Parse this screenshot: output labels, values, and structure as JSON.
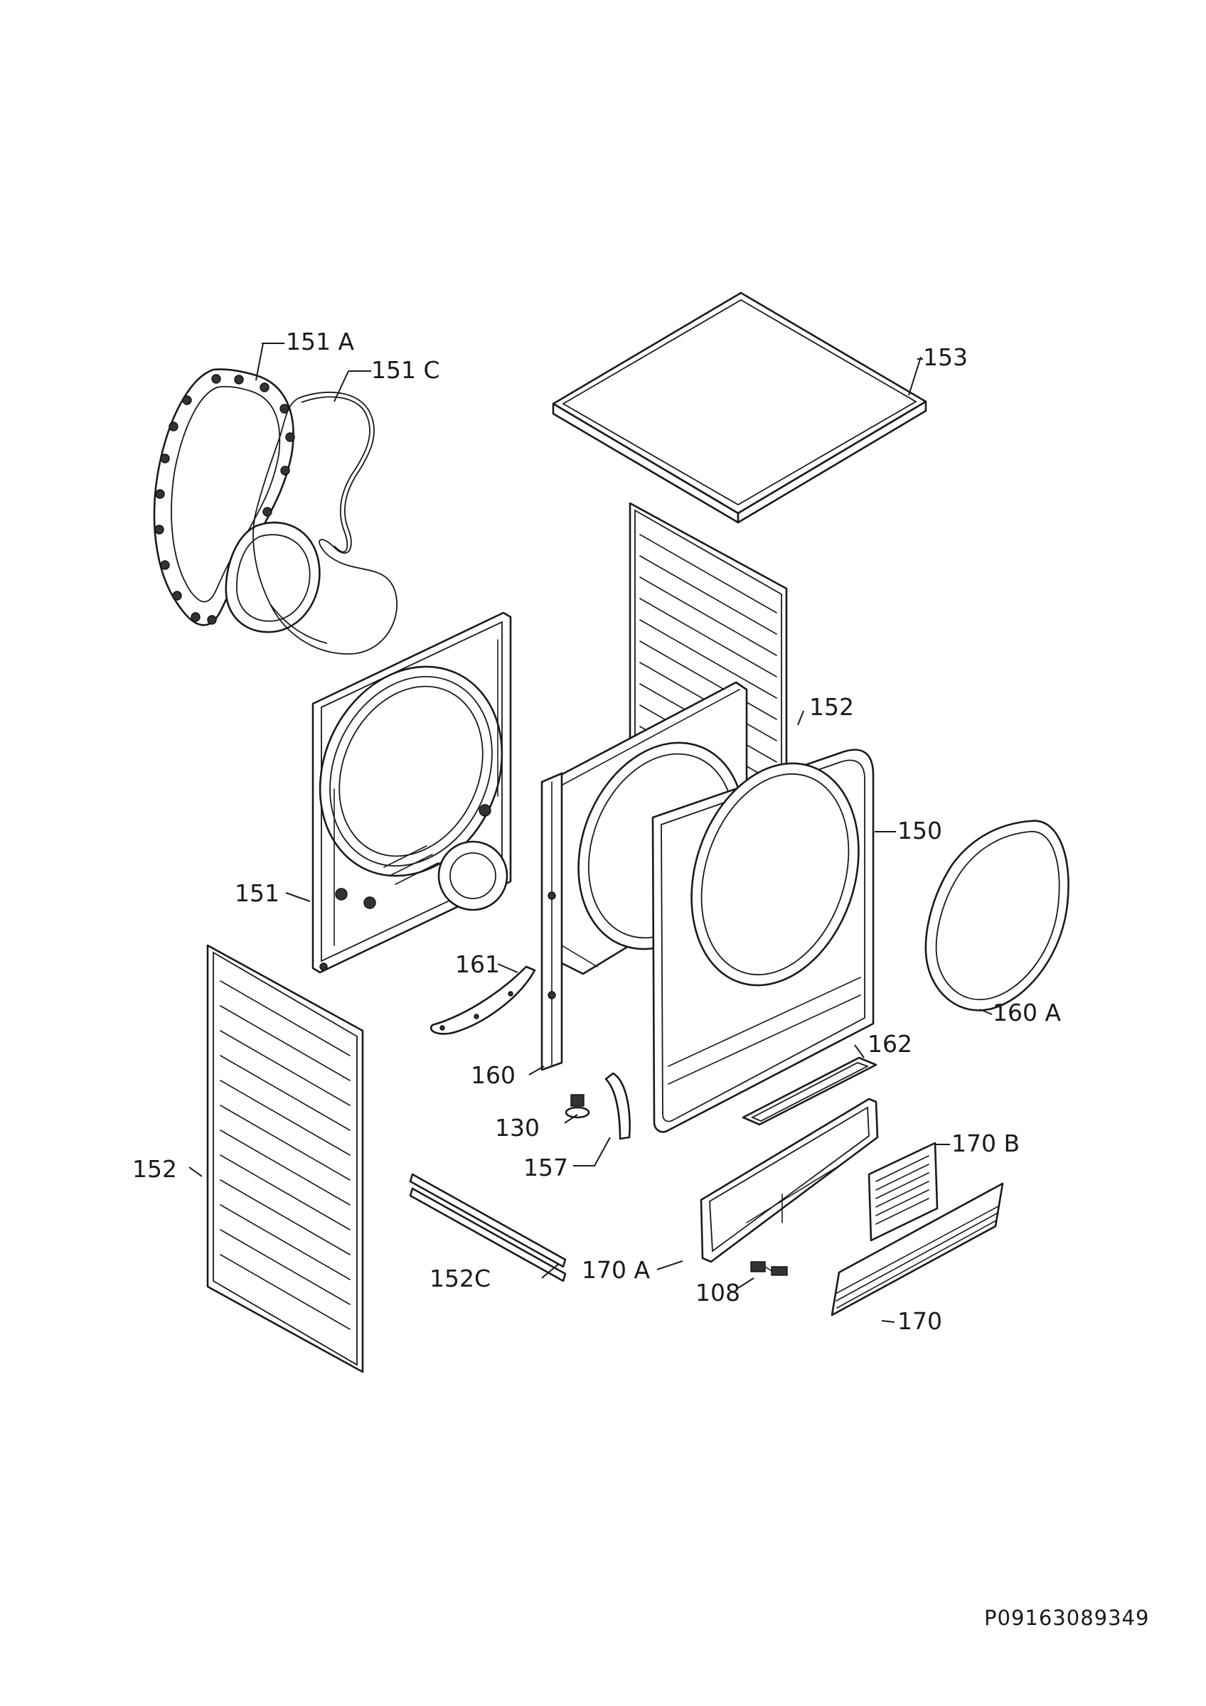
{
  "diagram": {
    "drawing_code": "P09163089349",
    "labels": {
      "p153": "153",
      "p151a": "151 A",
      "p151c": "151 C",
      "p152_right": "152",
      "p150": "150",
      "p151": "151",
      "p161": "161",
      "p160": "160",
      "p160a": "160 A",
      "p162": "162",
      "p130": "130",
      "p157": "157",
      "p170b": "170 B",
      "p152_left": "152",
      "p152c": "152C",
      "p170a": "170 A",
      "p108": "108",
      "p170": "170"
    }
  }
}
